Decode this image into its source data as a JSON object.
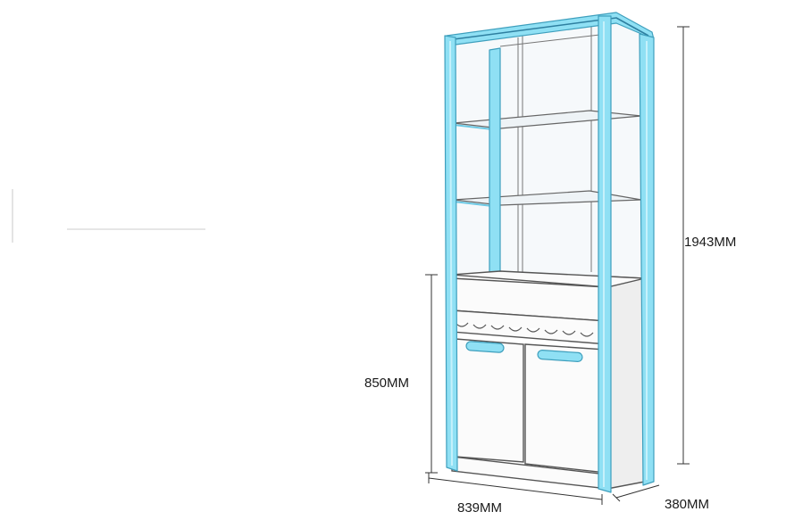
{
  "dimensions": {
    "total_height": "1943MM",
    "cabinet_height": "850MM",
    "width": "839MM",
    "depth": "380MM"
  },
  "colors": {
    "frame_blue": "#8fe0f4",
    "frame_edge": "#3e9fbd",
    "outline": "#444444",
    "label": "#1a1a1a"
  }
}
